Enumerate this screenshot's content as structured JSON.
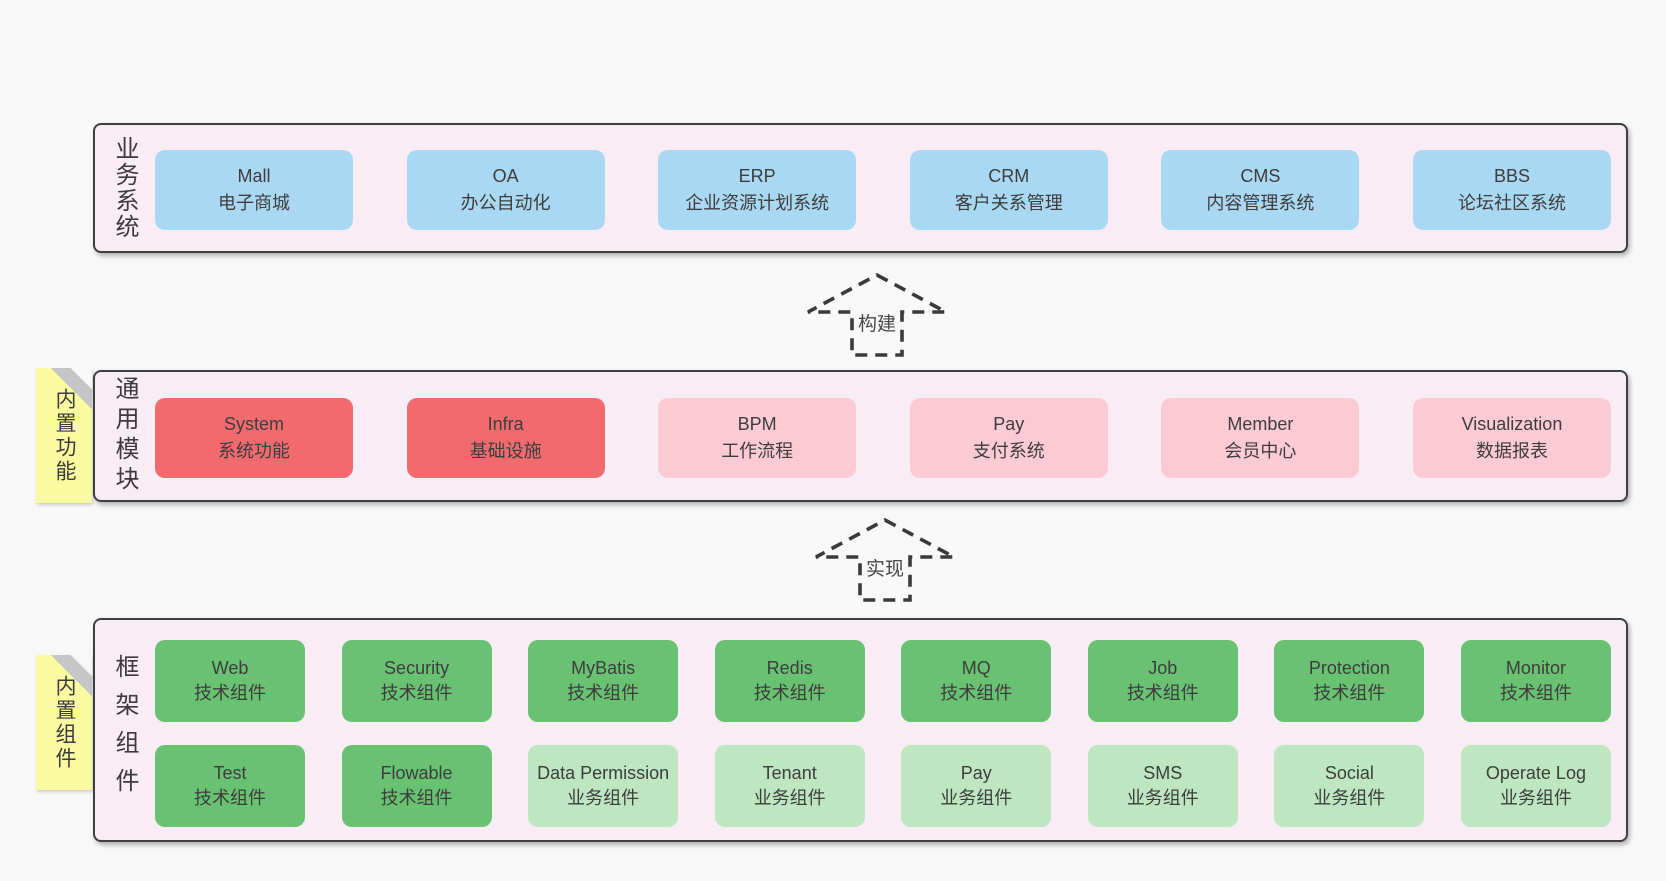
{
  "colors": {
    "page_bg": "#f8f8f8",
    "band_bg": "#f8ecf5",
    "band_border": "#3f3f3f",
    "node_blue": "#a9d8f3",
    "node_red": "#f16a6e",
    "node_pink": "#fccad4",
    "node_green": "#68c271",
    "node_light_green": "#bee6c0",
    "sticky_yellow": "#fafaa1",
    "sticky_fold_gray": "#c6c6c6",
    "text": "#3d3d3d",
    "arrow_stroke": "#3a3a3a"
  },
  "bands": [
    {
      "side_label": "业务系统",
      "boxes": [
        {
          "title": "Mall",
          "subtitle": "电子商城",
          "variant": "blue"
        },
        {
          "title": "OA",
          "subtitle": "办公自动化",
          "variant": "blue"
        },
        {
          "title": "ERP",
          "subtitle": "企业资源计划系统",
          "variant": "blue"
        },
        {
          "title": "CRM",
          "subtitle": "客户关系管理",
          "variant": "blue"
        },
        {
          "title": "CMS",
          "subtitle": "内容管理系统",
          "variant": "blue"
        },
        {
          "title": "BBS",
          "subtitle": "论坛社区系统",
          "variant": "blue"
        }
      ]
    },
    {
      "side_label": "通用模块",
      "sticky_label": "内置功能",
      "boxes": [
        {
          "title": "System",
          "subtitle": "系统功能",
          "variant": "red"
        },
        {
          "title": "Infra",
          "subtitle": "基础设施",
          "variant": "red"
        },
        {
          "title": "BPM",
          "subtitle": "工作流程",
          "variant": "pink"
        },
        {
          "title": "Pay",
          "subtitle": "支付系统",
          "variant": "pink"
        },
        {
          "title": "Member",
          "subtitle": "会员中心",
          "variant": "pink"
        },
        {
          "title": "Visualization",
          "subtitle": "数据报表",
          "variant": "pink"
        }
      ]
    },
    {
      "side_label": "框架组件",
      "sticky_label": "内置组件",
      "rows": [
        [
          {
            "title": "Web",
            "subtitle": "技术组件",
            "variant": "green"
          },
          {
            "title": "Security",
            "subtitle": "技术组件",
            "variant": "green"
          },
          {
            "title": "MyBatis",
            "subtitle": "技术组件",
            "variant": "green"
          },
          {
            "title": "Redis",
            "subtitle": "技术组件",
            "variant": "green"
          },
          {
            "title": "MQ",
            "subtitle": "技术组件",
            "variant": "green"
          },
          {
            "title": "Job",
            "subtitle": "技术组件",
            "variant": "green"
          },
          {
            "title": "Protection",
            "subtitle": "技术组件",
            "variant": "green"
          },
          {
            "title": "Monitor",
            "subtitle": "技术组件",
            "variant": "green"
          }
        ],
        [
          {
            "title": "Test",
            "subtitle": "技术组件",
            "variant": "green"
          },
          {
            "title": "Flowable",
            "subtitle": "技术组件",
            "variant": "green"
          },
          {
            "title": "Data Permission",
            "subtitle": "业务组件",
            "variant": "lightgreen"
          },
          {
            "title": "Tenant",
            "subtitle": "业务组件",
            "variant": "lightgreen"
          },
          {
            "title": "Pay",
            "subtitle": "业务组件",
            "variant": "lightgreen"
          },
          {
            "title": "SMS",
            "subtitle": "业务组件",
            "variant": "lightgreen"
          },
          {
            "title": "Social",
            "subtitle": "业务组件",
            "variant": "lightgreen"
          },
          {
            "title": "Operate Log",
            "subtitle": "业务组件",
            "variant": "lightgreen"
          }
        ]
      ]
    }
  ],
  "arrows": [
    {
      "label": "构建"
    },
    {
      "label": "实现"
    }
  ]
}
